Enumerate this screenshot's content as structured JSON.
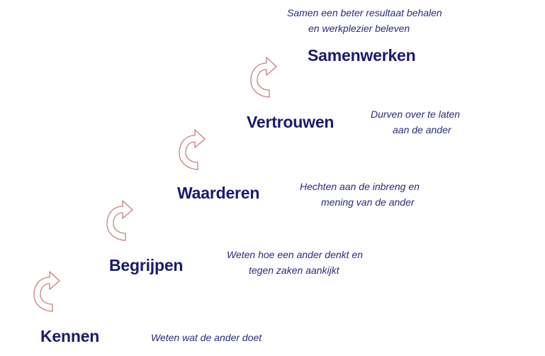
{
  "colors": {
    "heading": "#1a1a6e",
    "description": "#2b2b80",
    "arrow_stroke": "#c98080"
  },
  "steps": [
    {
      "label": "Kennen",
      "description": [
        "Weten wat de ander  doet"
      ]
    },
    {
      "label": "Begrijpen",
      "description": [
        "Weten hoe een ander denkt en",
        "tegen zaken aankijkt"
      ]
    },
    {
      "label": "Waarderen",
      "description": [
        "Hechten aan de inbreng  en",
        "mening van de ander"
      ]
    },
    {
      "label": "Vertrouwen",
      "description": [
        "Durven over te laten",
        "aan de ander"
      ]
    },
    {
      "label": "Samenwerken",
      "description": [
        "Samen een beter  resultaat behalen",
        "en werkplezier  beleven"
      ]
    }
  ],
  "arrows": [
    {
      "icon": "curved-arrow-icon"
    },
    {
      "icon": "curved-arrow-icon"
    },
    {
      "icon": "curved-arrow-icon"
    },
    {
      "icon": "curved-arrow-icon"
    }
  ]
}
